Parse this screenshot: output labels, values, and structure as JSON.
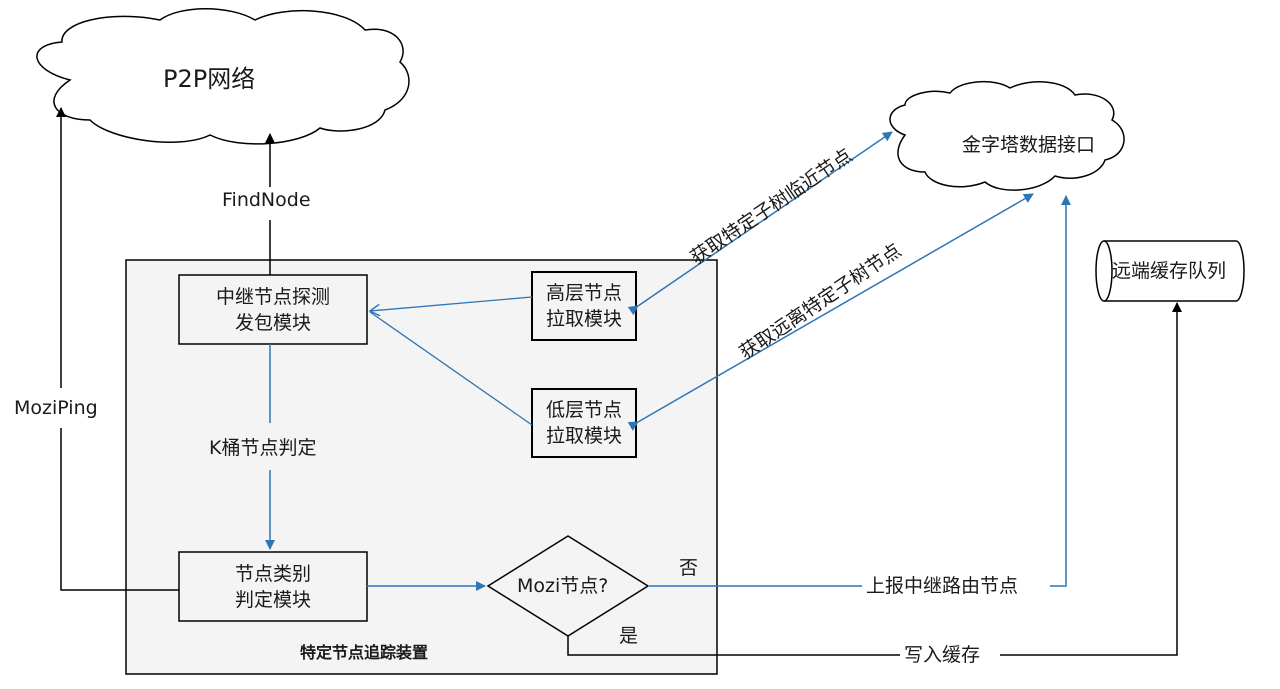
{
  "clouds": {
    "p2p": "P2P网络",
    "pyramid": "金字塔数据接口"
  },
  "container": {
    "title": "特定节点追踪装置"
  },
  "modules": {
    "relay_probe": [
      "中继节点探测",
      "发包模块"
    ],
    "high_pull": [
      "高层节点",
      "拉取模块"
    ],
    "low_pull": [
      "低层节点",
      "拉取模块"
    ],
    "classify": [
      "节点类别",
      "判定模块"
    ]
  },
  "decision": {
    "label": "Mozi节点?",
    "no": "否",
    "yes": "是"
  },
  "queue": {
    "label": "远端缓存队列"
  },
  "edges": {
    "findnode": "FindNode",
    "moziping": "MoziPing",
    "kbucket": "K桶节点判定",
    "near_subtree": "获取特定子树临近节点",
    "far_subtree": "获取远离特定子树节点",
    "report_relay": "上报中继路由节点",
    "write_cache": "写入缓存"
  },
  "colors": {
    "blue_line": "#2e75b6",
    "black_line": "#000000",
    "container_fill": "#f4f4f4"
  }
}
